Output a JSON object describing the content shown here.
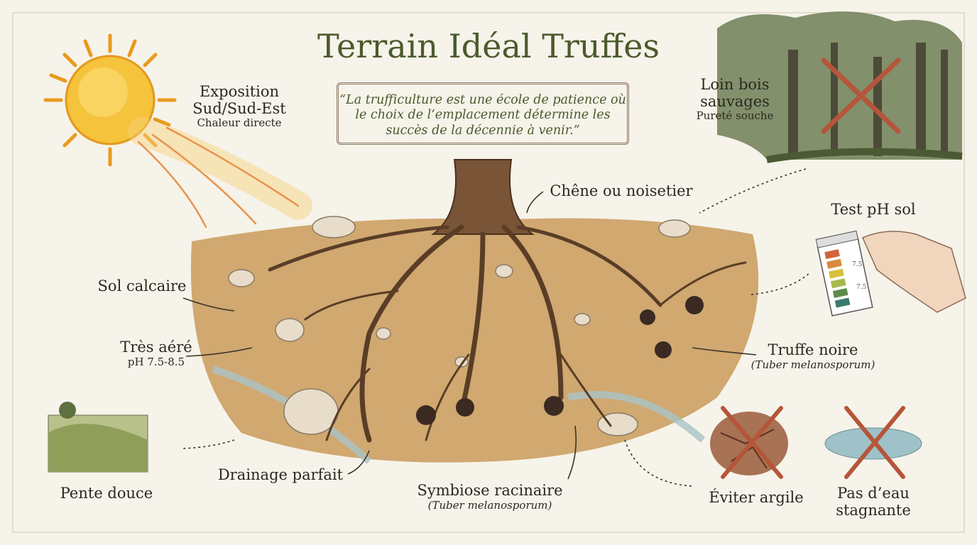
{
  "title": "Terrain Idéal Truffes",
  "quote": "“La trufficulture est une école de patience où le choix de l’emplacement détermine les succès de la décennie à venir.”",
  "labels": {
    "exposition": {
      "line1": "Exposition",
      "line2": "Sud/Sud-Est",
      "sub": "Chaleur directe"
    },
    "bois": {
      "line1": "Loin bois",
      "line2": "sauvages",
      "sub": "Pureté souche"
    },
    "arbre": "Chêne ou noisetier",
    "ph_test": "Test pH sol",
    "sol": "Sol calcaire",
    "aere": {
      "line1": "Très aéré",
      "sub": "pH 7.5-8.5"
    },
    "truffe": {
      "line1": "Truffe noire",
      "sub": "(Tuber melanosporum)"
    },
    "pente": "Pente douce",
    "drainage": "Drainage parfait",
    "symbiose": {
      "line1": "Symbiose racinaire",
      "sub": "(Tuber melanosporum)"
    },
    "argile": "Éviter argile",
    "eau": {
      "line1": "Pas d’eau",
      "line2": "stagnante"
    }
  },
  "ph_strip_marks": [
    "7.5",
    "7.5"
  ],
  "colors": {
    "title": "#4b5a2c",
    "cross": "#b5553a",
    "soil": "#c99a5a",
    "sun": "#f2b632"
  }
}
